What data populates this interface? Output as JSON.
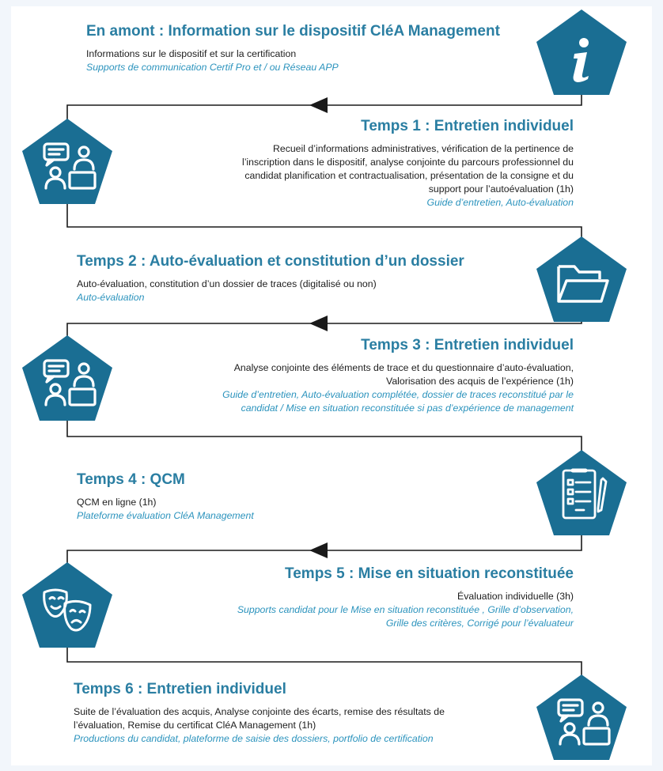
{
  "colors": {
    "title": "#2a7ea2",
    "support": "#2b93bd",
    "pentagon": "#1a6e93",
    "line": "#1a1a1a"
  },
  "steps": [
    {
      "title": "En amont : Information sur le dispositif CléA Management",
      "description": [
        "Informations sur le dispositif et sur la certification"
      ],
      "support": [
        "Supports de communication Certif Pro et / ou Réseau APP"
      ],
      "icon": "info-icon"
    },
    {
      "title": "Temps 1 : Entretien individuel",
      "description": [
        "Recueil d’informations administratives, vérification de la pertinence de",
        "l’inscription dans le dispositif, analyse conjointe du parcours professionnel du",
        "candidat planification et contractualisation, présentation de la consigne et du",
        "support pour l’autoévaluation (1h)"
      ],
      "support": [
        "Guide d’entretien, Auto-évaluation"
      ],
      "icon": "interview-icon"
    },
    {
      "title": "Temps 2 : Auto-évaluation et constitution d’un dossier",
      "description": [
        "Auto-évaluation, constitution d’un dossier de traces (digitalisé ou non)"
      ],
      "support": [
        "Auto-évaluation"
      ],
      "icon": "folder-icon"
    },
    {
      "title": "Temps 3 : Entretien individuel",
      "description": [
        "Analyse conjointe des éléments de trace et du questionnaire d’auto-évaluation,",
        "Valorisation des acquis de l’expérience (1h)"
      ],
      "support": [
        "Guide d’entretien, Auto-évaluation complétée, dossier de traces reconstitué par le",
        "candidat / Mise en situation reconstituée si pas d’expérience de management"
      ],
      "icon": "interview-icon"
    },
    {
      "title": "Temps 4 : QCM",
      "description": [
        "QCM en ligne (1h)"
      ],
      "support": [
        "Plateforme évaluation CléA Management"
      ],
      "icon": "checklist-icon"
    },
    {
      "title": "Temps 5 : Mise en situation reconstituée",
      "description": [
        "Évaluation individuelle (3h)"
      ],
      "support": [
        "Supports candidat pour le Mise en situation reconstituée , Grille d’observation,",
        "Grille des  critères, Corrigé pour l’évaluateur"
      ],
      "icon": "theater-masks-icon"
    },
    {
      "title": "Temps 6 : Entretien individuel",
      "description": [
        "Suite de l’évaluation des acquis, Analyse conjointe des écarts, remise des résultats de",
        "l’évaluation, Remise du certificat CléA Management (1h)"
      ],
      "support": [
        "Productions du candidat, plateforme de saisie des dossiers, portfolio de certification"
      ],
      "icon": "interview-icon"
    }
  ]
}
